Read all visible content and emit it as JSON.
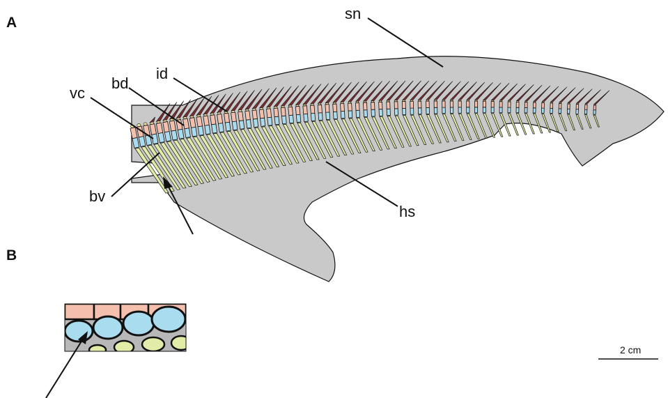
{
  "panels": {
    "a": "A",
    "b": "B"
  },
  "labels": {
    "sn": "sn",
    "id": "id",
    "bd": "bd",
    "vc": "vc",
    "bv": "bv",
    "hs": "hs"
  },
  "scale_bar": {
    "label": "2 cm"
  },
  "colors": {
    "body": "#c9c9c9",
    "neural_spine": "#7a2f34",
    "interdorsal": "#f2e7a4",
    "basidorsal": "#f4c0ad",
    "basiventral": "#a9dcef",
    "haemal_spine": "#e2eca8",
    "outline": "#111111"
  }
}
